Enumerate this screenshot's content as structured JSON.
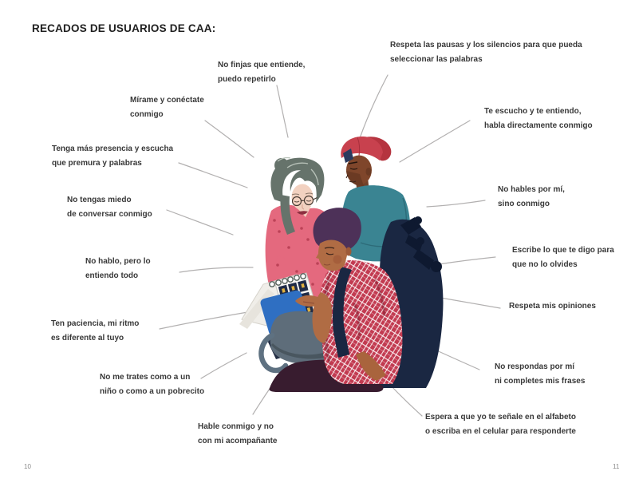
{
  "page": {
    "title": "RECADOS DE USUARIOS DE CAA:",
    "page_number_left": "10",
    "page_number_right": "11"
  },
  "callouts": [
    {
      "id": "no-finjas",
      "label": "No finjas que entiende,\npuedo repetirlo"
    },
    {
      "id": "respeta-pausas",
      "label": "Respeta las pausas y los silencios para que pueda\nseleccionar las palabras"
    },
    {
      "id": "te-escucho",
      "label": "Te escucho y te entiendo,\nhabla directamente conmigo"
    },
    {
      "id": "no-hables-por-mi",
      "label": "No hables por mí,\nsino conmigo"
    },
    {
      "id": "escribe-lo-que-digo",
      "label": "Escribe lo que te digo para\nque no lo olvides"
    },
    {
      "id": "respeta-opiniones",
      "label": "Respeta mis opiniones"
    },
    {
      "id": "no-respondas",
      "label": "No respondas por mí\nni completes mis frases"
    },
    {
      "id": "espera-senale",
      "label": "Espera a que yo te señale en el alfabeto\no escriba en el celular para responderte"
    },
    {
      "id": "hable-conmigo",
      "label": "Hable conmigo y no\ncon mi acompañante"
    },
    {
      "id": "no-me-trates",
      "label": "No me trates como a un\nniño o como a un pobrecito"
    },
    {
      "id": "ten-paciencia",
      "label": "Ten paciencia, mi ritmo\nes diferente al tuyo"
    },
    {
      "id": "no-hablo",
      "label": "No hablo, pero lo\nentiendo todo"
    },
    {
      "id": "no-tengas-miedo",
      "label": "No tengas miedo\nde conversar conmigo"
    },
    {
      "id": "tenga-mas-presencia",
      "label": "Tenga más presencia y escucha\nque premura y palabras"
    },
    {
      "id": "mirame",
      "label": "Mírame y conéctate\nconmigo"
    }
  ],
  "colors": {
    "text": "#383838",
    "connector_line": "#b2b0b0",
    "woman_top_pink": "#e4697e",
    "woman_hair_gray": "#66736b",
    "cap_red": "#c8414e",
    "shirt_teal": "#3a8492",
    "plaid_shirt_red": "#c23a50",
    "wheelchair_navy": "#1a2742",
    "book_stand_blue": "#2f6fc2",
    "bag_gray": "#5e6d7a",
    "seat_plum": "#381c2f",
    "hair_purple": "#4d3158"
  }
}
